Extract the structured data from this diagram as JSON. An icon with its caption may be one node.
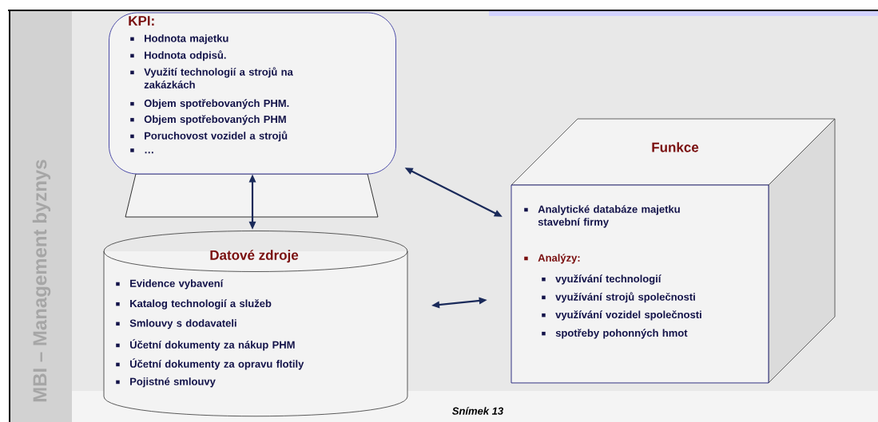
{
  "diagram": {
    "nodes": [
      {
        "text": [
          "KPI:",
          "Hodnota majetku",
          "Hodnota odpisů.",
          "Využití technologií a strojů na zakázkách",
          "Objem spotřebovaných PHM.",
          "Objem spotřebovaných PHM",
          "Poruchovost vozidel a strojů",
          "…"
        ]
      },
      {
        "text": [
          "Datové zdroje",
          "Evidence vybavení",
          "Katalog technologií a služeb",
          "Smlouvy s dodavateli",
          "Účetní dokumenty za nákup PHM",
          "Účetní dokumenty za opravu flotily",
          "Pojistné smlouvy"
        ]
      },
      {
        "text": [
          "Funkce",
          "Analytické databáze majetku stavební firmy",
          "Analýzy:",
          "využívání technologií",
          "využívání strojů společnosti",
          "využívání vozidel společnosti",
          "spotřeby pohonných hmot"
        ]
      }
    ],
    "edges": [
      {
        "from": 0,
        "to": 1,
        "arrow": "both"
      },
      {
        "from": 0,
        "to": 2,
        "arrow": "both"
      },
      {
        "from": 1,
        "to": 2,
        "arrow": "both"
      }
    ],
    "labels": [
      "MBI – Management byznys",
      "Snímek 13"
    ]
  }
}
